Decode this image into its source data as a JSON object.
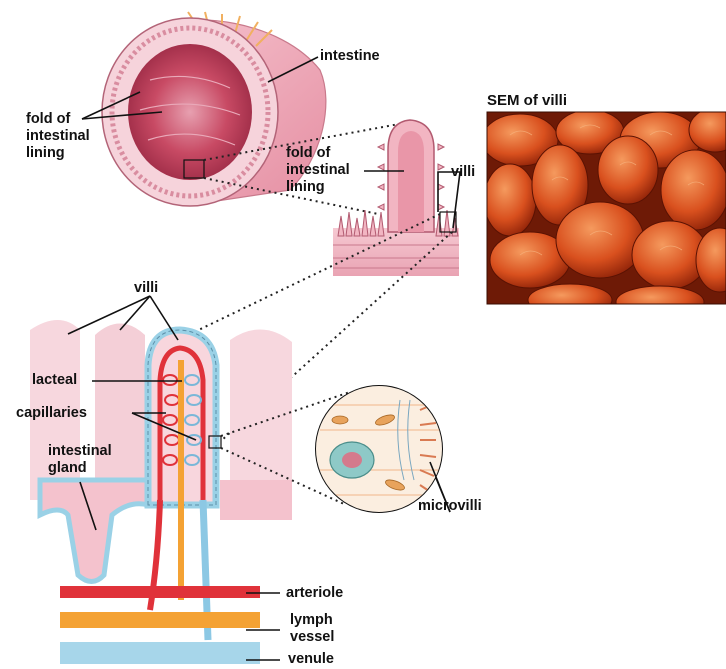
{
  "labels": {
    "intestine": "intestine",
    "fold_left": "fold of\nintestinal\nlining",
    "fold_mid": "fold of\nintestinal\nlining",
    "villi_top": "villi",
    "sem_title": "SEM of villi",
    "villi_mid": "villi",
    "lacteal": "lacteal",
    "capillaries": "capillaries",
    "intestinal_gland": "intestinal\ngland",
    "microvilli": "microvilli",
    "arteriole": "arteriole",
    "lymph_vessel": "lymph\nvessel",
    "venule": "venule"
  },
  "colors": {
    "tissue_pink": "#f3b8c4",
    "lumen_red": "#c84a64",
    "artery_red": "#e0323a",
    "lymph_orange": "#f4a234",
    "vein_blue": "#8cc8e4",
    "sem_orange": "#d9501e",
    "cell_edge": "#9ad1e6"
  }
}
